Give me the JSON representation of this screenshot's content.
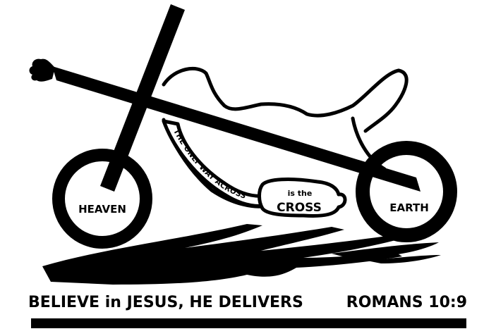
{
  "wheel_labels": {
    "left": "HEAVEN",
    "right": "EARTH"
  },
  "frame_text": "THE ONLY WAY ACROSS",
  "tank_text": {
    "small": "is the",
    "large": "CROSS"
  },
  "slogan": "BELIEVE in JESUS, HE DELIVERS",
  "verse": "ROMANS 10:9",
  "colors": {
    "ink": "#000000",
    "paper": "#ffffff"
  }
}
